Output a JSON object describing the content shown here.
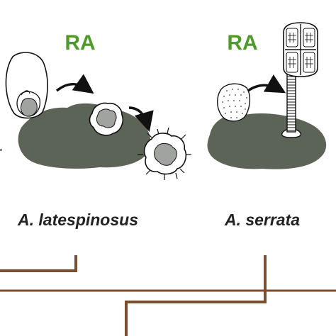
{
  "left_panel": {
    "ra_label": "RA",
    "species_name": "A. latespinosus"
  },
  "right_panel": {
    "ra_label": "RA",
    "species_name": "A. serrata"
  },
  "colors": {
    "ra_green": "#4e9a2a",
    "rock": "#5c6357",
    "tree_brown": "#7a4e2e",
    "outline": "#222222"
  }
}
